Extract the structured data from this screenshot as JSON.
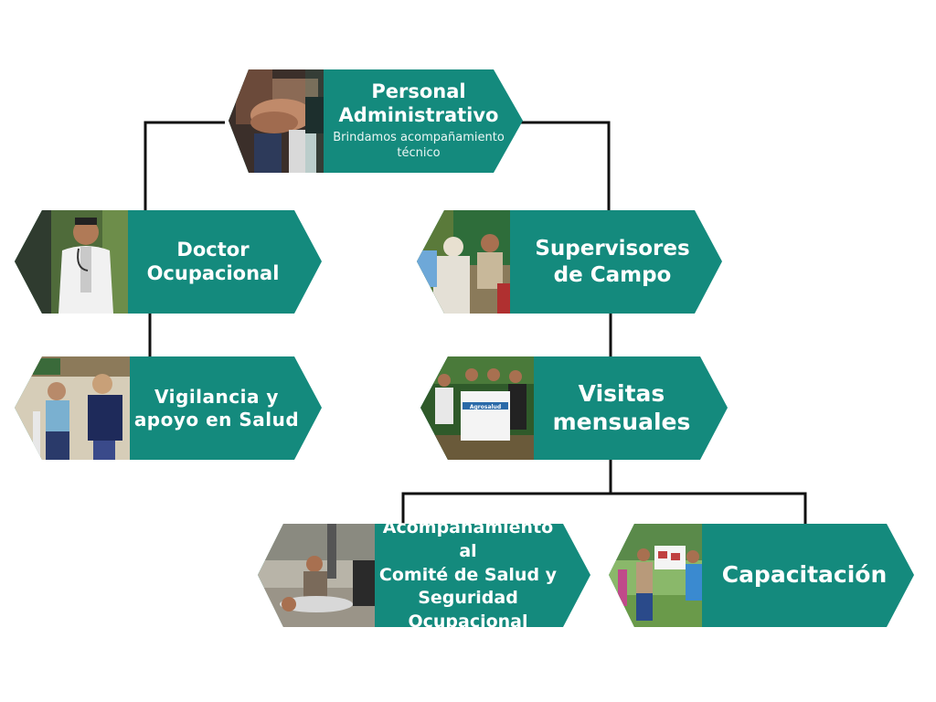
{
  "colors": {
    "node_fill": "#148a7d",
    "line": "#111111",
    "text": "#ffffff"
  },
  "nodes": {
    "admin": {
      "title_line1": "Personal",
      "title_line2": "Administrativo",
      "subtitle_line1": "Brindamos acompañamiento",
      "subtitle_line2": "técnico",
      "photo": "team-hands-photo"
    },
    "doctor": {
      "title_line1": "Doctor",
      "title_line2": "Ocupacional",
      "photo": "doctor-photo"
    },
    "supervisores": {
      "title_line1": "Supervisores",
      "title_line2": "de Campo",
      "photo": "field-supervisors-photo"
    },
    "vigilancia": {
      "title_line1": "Vigilancia y",
      "title_line2": "apoyo en Salud",
      "photo": "health-checkup-photo"
    },
    "visitas": {
      "title_line1": "Visitas",
      "title_line2": "mensuales",
      "photo": "group-banner-photo",
      "banner_text": "Agrosalud"
    },
    "comite": {
      "title_line1": "Acompañamiento al",
      "title_line2": "Comité de Salud y",
      "title_line3": "Seguridad",
      "title_line4": "Ocupacional",
      "photo": "cpr-training-photo"
    },
    "capacitacion": {
      "title_line1": "Capacitación",
      "photo": "outdoor-training-photo"
    }
  }
}
